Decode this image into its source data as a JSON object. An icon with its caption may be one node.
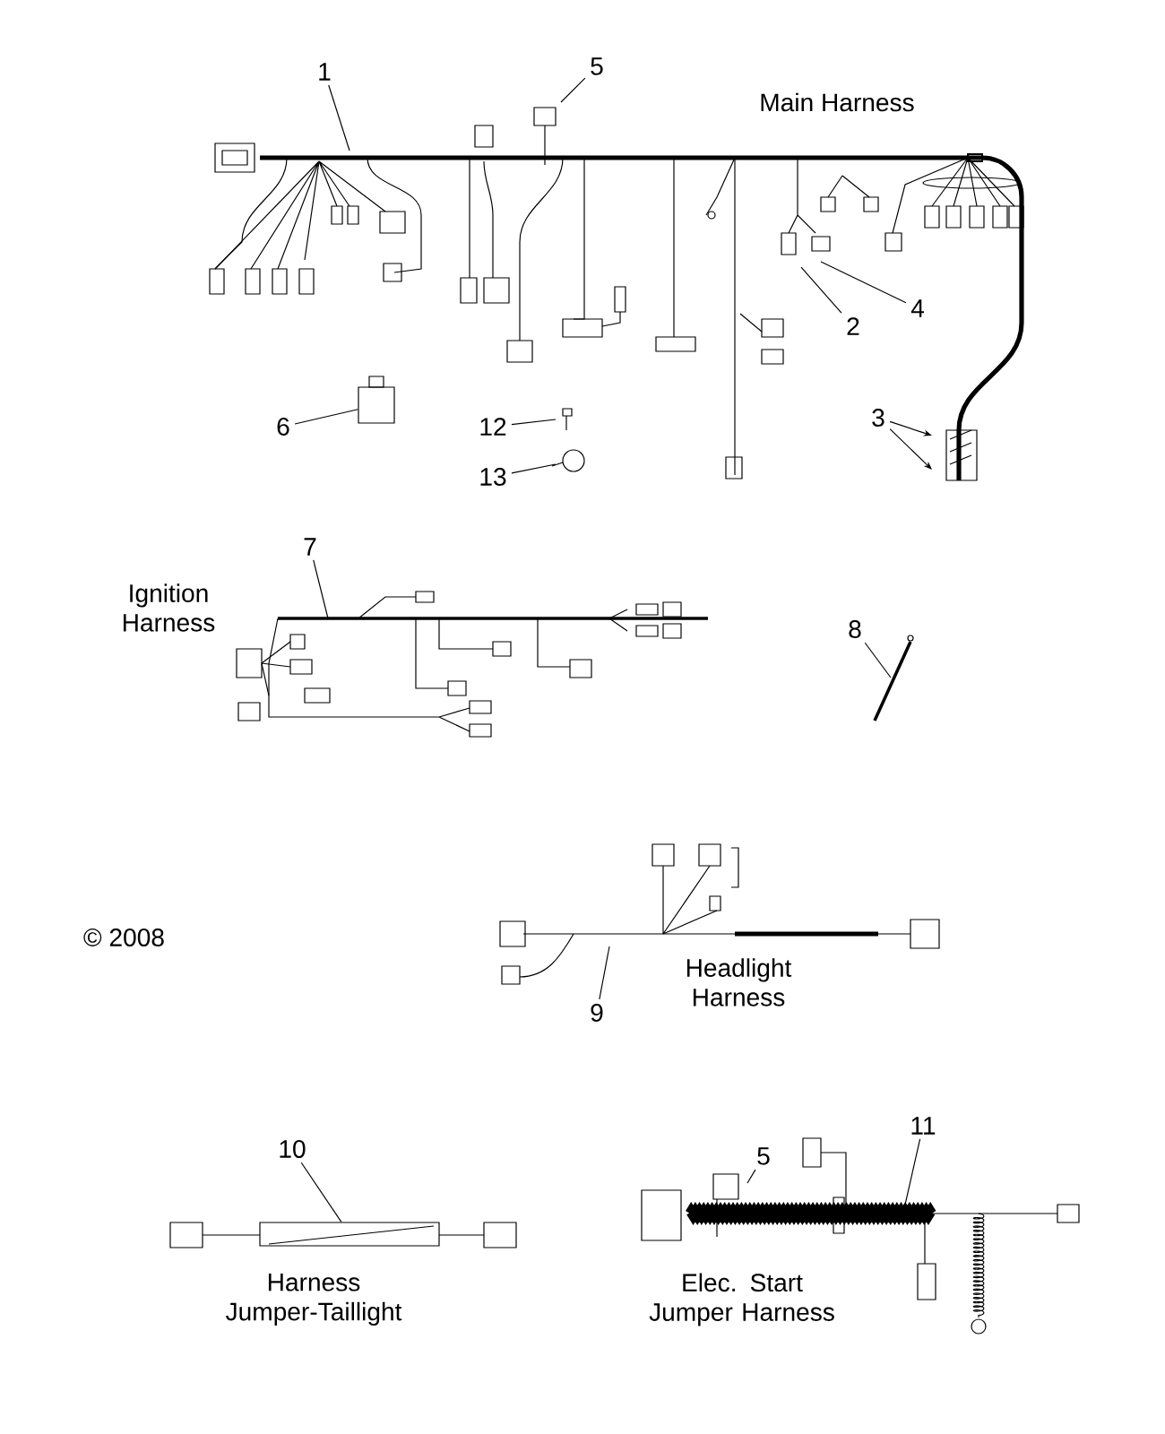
{
  "diagram": {
    "nodes": [
      {
        "text": [
          "1"
        ]
      },
      {
        "text": [
          "5"
        ]
      },
      {
        "text": [
          "2"
        ]
      },
      {
        "text": [
          "4"
        ]
      },
      {
        "text": [
          "3"
        ]
      },
      {
        "text": [
          "6"
        ]
      },
      {
        "text": [
          "12"
        ]
      },
      {
        "text": [
          "13"
        ]
      },
      {
        "text": [
          "7"
        ]
      },
      {
        "text": [
          "8"
        ]
      },
      {
        "text": [
          "9"
        ]
      },
      {
        "text": [
          "10"
        ]
      },
      {
        "text": [
          "5"
        ]
      },
      {
        "text": [
          "11"
        ]
      },
      {
        "text": [],
        "shape": "bar"
      },
      {
        "text": [],
        "shape": "box"
      }
    ],
    "edges": [
      {
        "from": 0,
        "to": null,
        "arrow": "none"
      },
      {
        "from": 1,
        "to": null,
        "arrow": "none"
      },
      {
        "from": 2,
        "to": null,
        "arrow": "none"
      },
      {
        "from": 3,
        "to": null,
        "arrow": "none"
      },
      {
        "from": 4,
        "to": null,
        "arrow": "to"
      },
      {
        "from": 4,
        "to": null,
        "arrow": "to"
      },
      {
        "from": 5,
        "to": 15,
        "arrow": "none"
      },
      {
        "from": 6,
        "to": null,
        "arrow": "none"
      },
      {
        "from": 7,
        "to": null,
        "arrow": "none"
      },
      {
        "from": 8,
        "to": null,
        "arrow": "none"
      },
      {
        "from": 9,
        "to": null,
        "arrow": "none"
      },
      {
        "from": 10,
        "to": null,
        "arrow": "none"
      },
      {
        "from": 11,
        "to": 14,
        "arrow": "none"
      },
      {
        "from": 12,
        "to": null,
        "arrow": "none"
      },
      {
        "from": 13,
        "to": null,
        "arrow": "none"
      }
    ],
    "labels": [
      "Main Harness",
      "Ignition Harness",
      "© 2008",
      "Headlight Harness",
      "Harness Jumper-Taillight",
      "Elec. Start Jumper Harness"
    ]
  }
}
